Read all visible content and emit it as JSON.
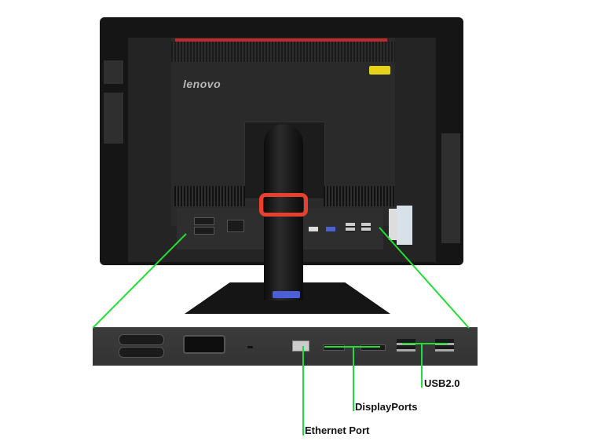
{
  "title": "Lenovo all-in-one rear I/O ports",
  "brand_logo": "lenovo",
  "callouts": {
    "ethernet": "Ethernet Port",
    "displayports": "DisplayPorts",
    "usb": "USB2.0"
  },
  "colors": {
    "callout_line": "#22dd33",
    "accent_red": "#e8402f"
  }
}
